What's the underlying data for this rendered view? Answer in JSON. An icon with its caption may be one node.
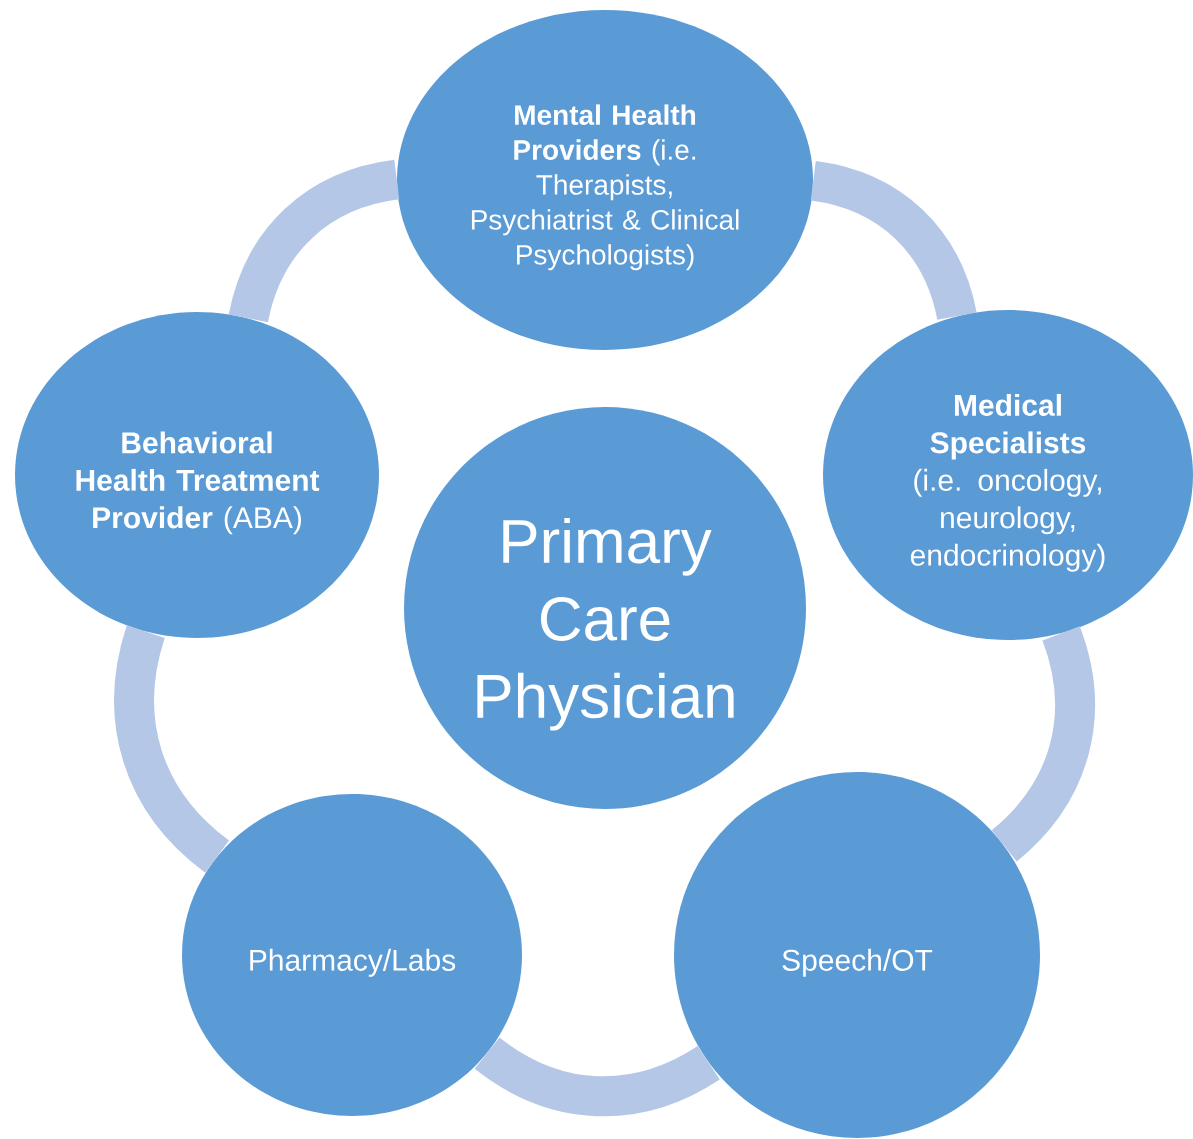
{
  "diagram": {
    "nodes": [
      {
        "text": [
          "Primary Care Physician"
        ]
      },
      {
        "text": [
          "**Mental Health Providers** (i.e. Therapists, Psychiatrist & Clinical Psychologists)"
        ]
      },
      {
        "text": [
          "**Medical Specialists** (i.e. oncology, neurology, endocrinology)"
        ]
      },
      {
        "text": [
          "Speech/OT"
        ]
      },
      {
        "text": [
          "Pharmacy/Labs"
        ]
      },
      {
        "text": [
          "**Behavioral Health Treatment Provider** (ABA)"
        ]
      }
    ],
    "edges": [
      {
        "from": 1,
        "to": 2,
        "arrow": "none"
      },
      {
        "from": 2,
        "to": 3,
        "arrow": "none"
      },
      {
        "from": 3,
        "to": 4,
        "arrow": "none"
      },
      {
        "from": 4,
        "to": 5,
        "arrow": "none"
      },
      {
        "from": 5,
        "to": 1,
        "arrow": "none"
      }
    ]
  }
}
